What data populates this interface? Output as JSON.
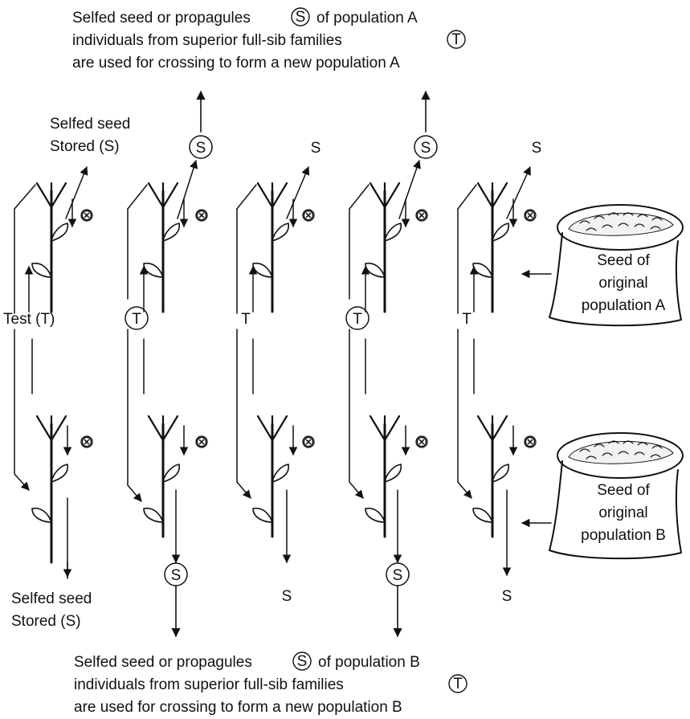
{
  "top_caption": {
    "line1_a": "Selfed seed or propagules",
    "line1_sym": "S",
    "line1_b": "of population A",
    "line2_a": "individuals from superior full-sib families",
    "line2_sym": "T",
    "line3": "are used for crossing to form a new population A"
  },
  "bottom_caption": {
    "line1_a": "Selfed seed or propagules",
    "line1_sym": "S",
    "line1_b": "of population B",
    "line2_a": "individuals from superior full-sib families",
    "line2_sym": "T",
    "line3": "are used for crossing to form a new population B"
  },
  "labels": {
    "stored_top_1": "Selfed seed",
    "stored_top_2": "Stored (S)",
    "stored_bottom_1": "Selfed seed",
    "stored_bottom_2": "Stored (S)",
    "test": "Test (T)",
    "self_symbol": "⊗",
    "s": "S",
    "t": "T"
  },
  "bags": {
    "a_line1": "Seed of",
    "a_line2": "original",
    "a_line3": "population A",
    "b_line1": "Seed of",
    "b_line2": "original",
    "b_line3": "population B"
  }
}
